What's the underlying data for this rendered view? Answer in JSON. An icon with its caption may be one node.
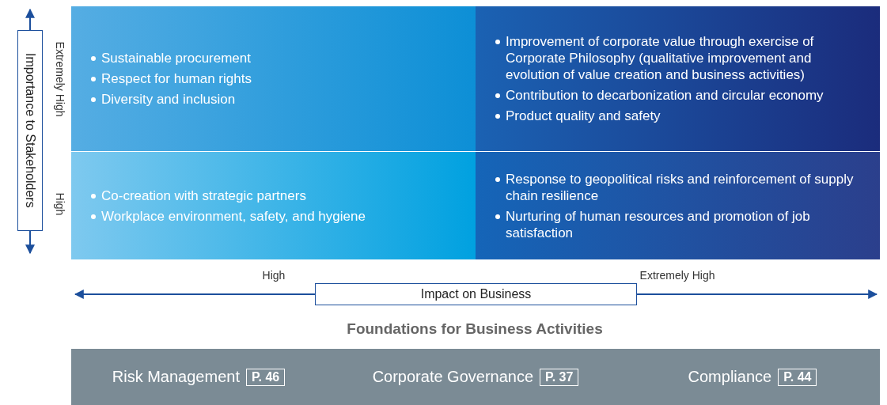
{
  "diagram": {
    "nodes": [
      {
        "text": [
          "Sustainable procurement",
          "Respect for human rights",
          "Diversity and inclusion"
        ]
      },
      {
        "text": [
          "Improvement of corporate value through exercise of Corporate Philosophy (qualitative improvement and evolution of value creation and business activities)",
          "Contribution to decarbonization and circular economy",
          "Product quality and safety"
        ]
      },
      {
        "text": [
          "Co-creation with strategic partners",
          "Workplace environment, safety, and hygiene"
        ]
      },
      {
        "text": [
          "Response to geopolitical risks and reinforcement of supply chain resilience",
          "Nurturing of human resources and promotion of job satisfaction"
        ]
      },
      {
        "text": [
          "Importance to Stakeholders"
        ]
      },
      {
        "text": [
          "Impact on Business"
        ]
      },
      {
        "text": [
          "Risk Management",
          "P. 46"
        ]
      },
      {
        "text": [
          "Corporate Governance",
          "P. 37"
        ]
      },
      {
        "text": [
          "Compliance",
          "P. 44"
        ]
      }
    ],
    "edges": [],
    "labels": [
      "Extremely High",
      "High",
      "High",
      "Extremely High",
      "Foundations for Business Activities"
    ]
  }
}
